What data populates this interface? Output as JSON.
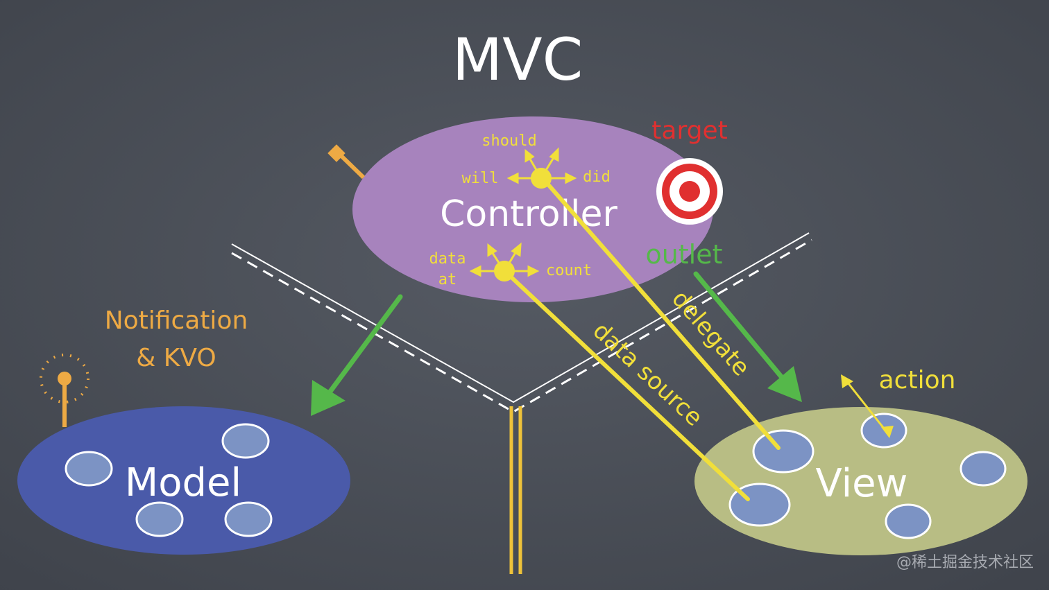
{
  "title": "MVC",
  "controller": {
    "label": "Controller",
    "delegate_words": {
      "should": "should",
      "will": "will",
      "did": "did"
    },
    "datasource_words": {
      "data_at_line1": "data",
      "data_at_line2": "at",
      "count": "count"
    }
  },
  "model": {
    "label": "Model"
  },
  "view": {
    "label": "View"
  },
  "labels": {
    "target": "target",
    "outlet": "outlet",
    "delegate": "delegate",
    "data_source": "data source",
    "action": "action",
    "notification_line1": "Notification",
    "notification_line2": "& KVO"
  },
  "watermark": "@稀土掘金技术社区",
  "colors": {
    "background": "#4a4f58",
    "controller_fill": "#a783bd",
    "model_fill": "#4a5aa9",
    "view_fill": "#b8bd84",
    "subview_fill": "#7c93c4",
    "yellow": "#f1df3a",
    "green": "#55b84a",
    "orange": "#eeaa44",
    "target_red": "#e03030",
    "white": "#ffffff"
  }
}
